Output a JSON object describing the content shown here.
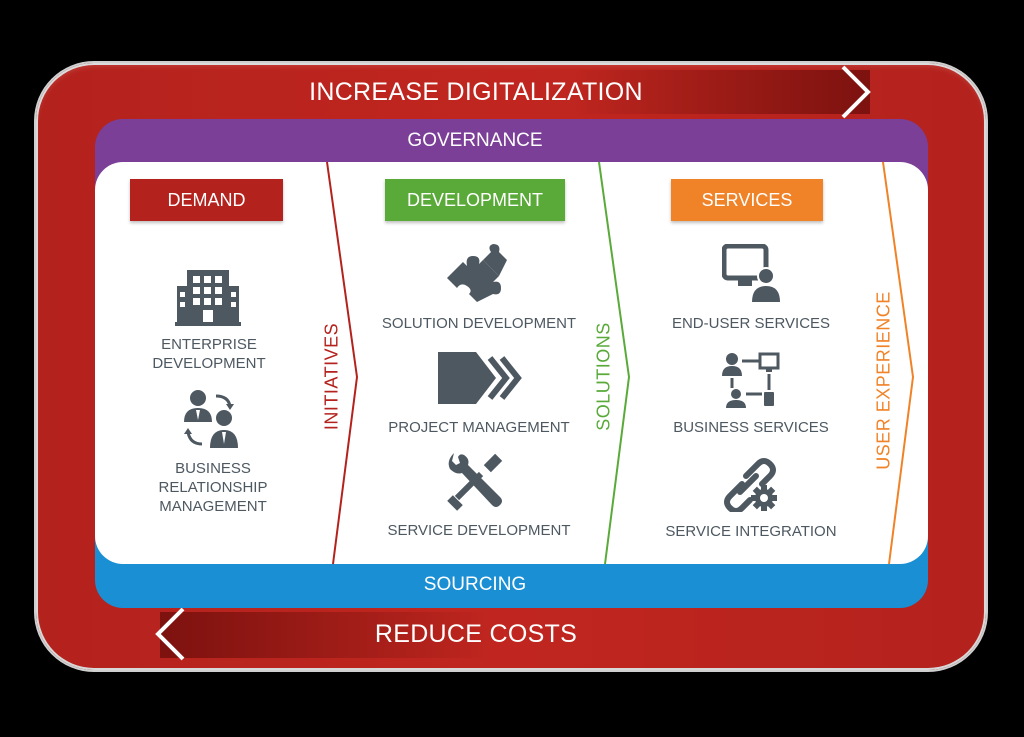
{
  "outer_loop": {
    "top_label": "INCREASE DIGITALIZATION",
    "bottom_label": "REDUCE COSTS"
  },
  "governance": {
    "label": "GOVERNANCE"
  },
  "sourcing": {
    "label": "SOURCING"
  },
  "columns": {
    "demand": {
      "header": "DEMAND",
      "items": [
        {
          "icon": "office-building-icon",
          "label_line1": "ENTERPRISE",
          "label_line2": "DEVELOPMENT"
        },
        {
          "icon": "relationship-people-icon",
          "label_line1": "BUSINESS RELATIONSHIP",
          "label_line2": "MANAGEMENT"
        }
      ]
    },
    "development": {
      "header": "DEVELOPMENT",
      "items": [
        {
          "icon": "puzzle-piece-icon",
          "label": "SOLUTION DEVELOPMENT"
        },
        {
          "icon": "forward-arrows-icon",
          "label": "PROJECT MANAGEMENT"
        },
        {
          "icon": "wrench-screwdriver-icon",
          "label": "SERVICE DEVELOPMENT"
        }
      ]
    },
    "services": {
      "header": "SERVICES",
      "items": [
        {
          "icon": "monitor-user-icon",
          "label": "END-USER SERVICES"
        },
        {
          "icon": "workflow-icon",
          "label": "BUSINESS SERVICES"
        },
        {
          "icon": "chain-gear-icon",
          "label": "SERVICE INTEGRATION"
        }
      ]
    }
  },
  "flows": {
    "initiatives": "INITIATIVES",
    "solutions": "SOLUTIONS",
    "user_experience": "USER EXPERIENCE"
  },
  "colors": {
    "outer_ring": "#b4221d",
    "governance": "#7b3f98",
    "sourcing": "#1a8fd3",
    "demand": "#b4221d",
    "development": "#5aaa3a",
    "services": "#f08227",
    "icon_gray": "#4d5861"
  }
}
